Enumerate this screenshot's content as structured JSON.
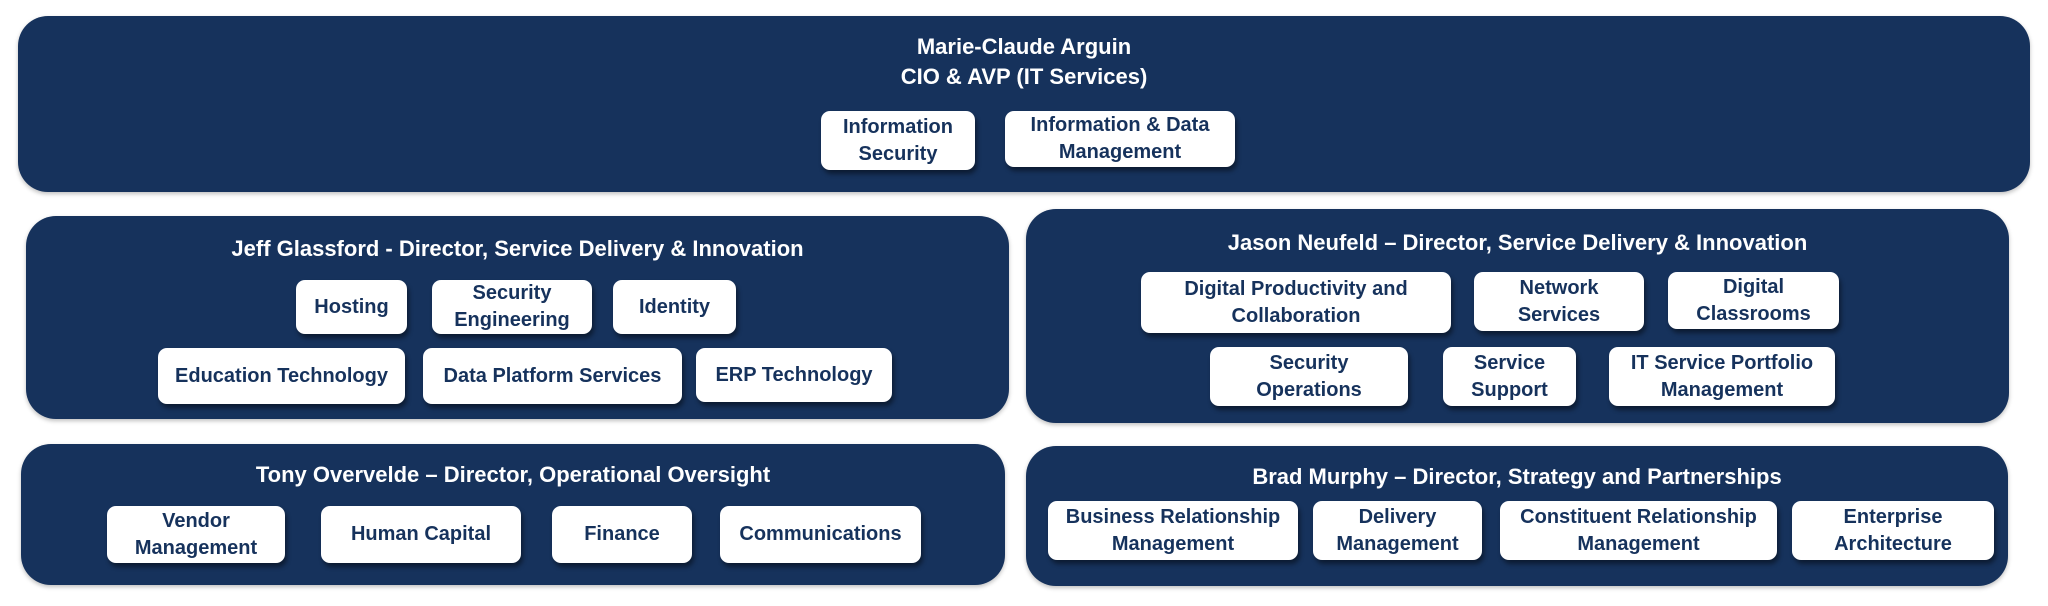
{
  "colors": {
    "panel_bg": "#16325c",
    "box_bg": "#ffffff",
    "box_text": "#16325c",
    "title_text": "#ffffff"
  },
  "top": {
    "name": "Marie-Claude Arguin",
    "role": "CIO & AVP (IT Services)",
    "units": [
      "Information Security",
      "Information & Data Management"
    ]
  },
  "jeff": {
    "title": "Jeff Glassford - Director, Service Delivery & Innovation",
    "units": [
      "Hosting",
      "Security Engineering",
      "Identity",
      "Education Technology",
      "Data Platform Services",
      "ERP Technology"
    ]
  },
  "jason": {
    "title": "Jason Neufeld – Director, Service Delivery & Innovation",
    "units": [
      "Digital Productivity and Collaboration",
      "Network Services",
      "Digital Classrooms",
      "Security Operations",
      "Service Support",
      "IT Service Portfolio Management"
    ]
  },
  "tony": {
    "title": "Tony Overvelde – Director, Operational Oversight",
    "units": [
      "Vendor Management",
      "Human Capital",
      "Finance",
      "Communications"
    ]
  },
  "brad": {
    "title": "Brad Murphy – Director, Strategy and Partnerships",
    "units": [
      "Business Relationship Management",
      "Delivery Management",
      "Constituent Relationship Management",
      "Enterprise Architecture"
    ]
  }
}
